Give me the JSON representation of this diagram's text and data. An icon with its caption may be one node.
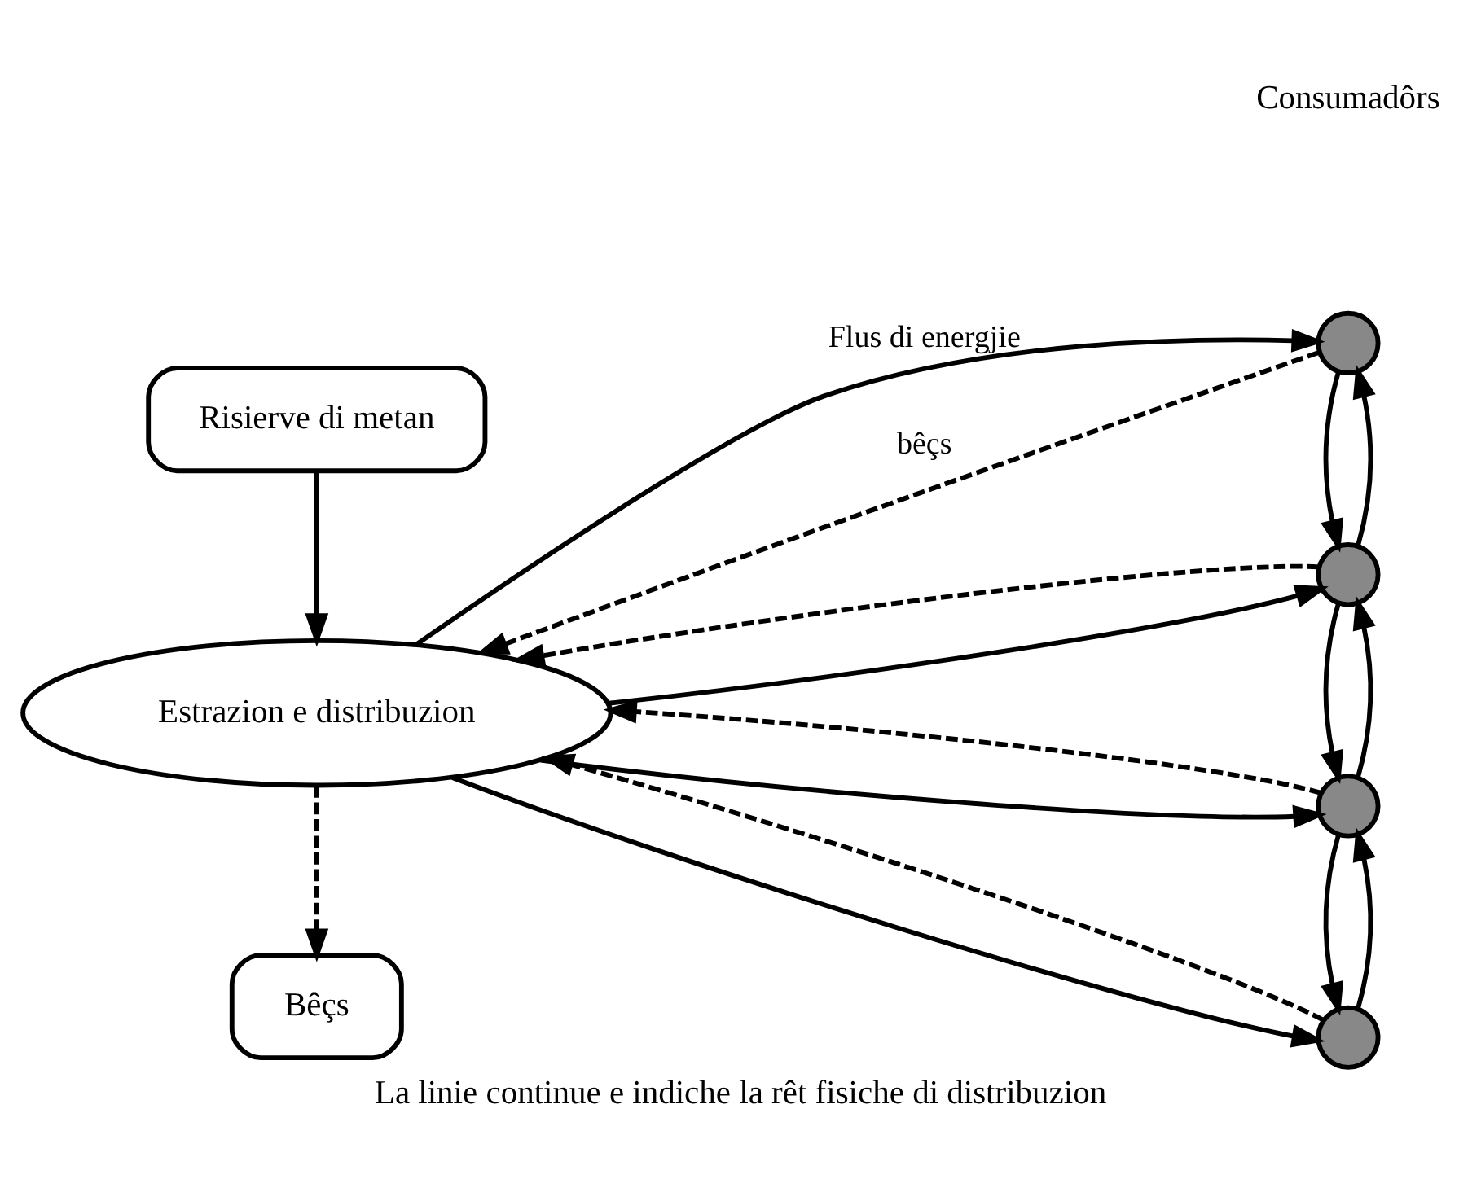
{
  "diagram": {
    "caption": "La linie continue e indiche la rêt fisiche di distribuzion",
    "nodes": [
      {
        "text": [
          "Bêçs"
        ]
      },
      {
        "text": [
          "Estrazion e distribuzion"
        ]
      },
      {
        "text": [
          "Risierve di metan"
        ]
      },
      {
        "text": [],
        "shape": "circle"
      },
      {
        "text": [],
        "shape": "circle"
      },
      {
        "text": [],
        "shape": "circle"
      },
      {
        "text": [],
        "shape": "circle"
      }
    ],
    "edges": [
      {
        "from": 2,
        "to": 1,
        "arrow": "to"
      },
      {
        "from": 1,
        "to": 0,
        "arrow": "to",
        "style": "dashed"
      },
      {
        "from": 1,
        "to": 3,
        "arrow": "to",
        "label": "Flus di energjie"
      },
      {
        "from": 3,
        "to": 1,
        "arrow": "to",
        "style": "dashed",
        "label": "bêçs"
      },
      {
        "from": 1,
        "to": 4,
        "arrow": "to"
      },
      {
        "from": 4,
        "to": 1,
        "arrow": "to",
        "style": "dashed"
      },
      {
        "from": 1,
        "to": 5,
        "arrow": "to"
      },
      {
        "from": 5,
        "to": 1,
        "arrow": "to",
        "style": "dashed"
      },
      {
        "from": 1,
        "to": 6,
        "arrow": "to"
      },
      {
        "from": 6,
        "to": 1,
        "arrow": "to",
        "style": "dashed"
      },
      {
        "from": 4,
        "to": 3,
        "arrow": "to"
      },
      {
        "from": 3,
        "to": 4,
        "arrow": "to"
      },
      {
        "from": 5,
        "to": 4,
        "arrow": "to"
      },
      {
        "from": 4,
        "to": 5,
        "arrow": "to"
      },
      {
        "from": 6,
        "to": 5,
        "arrow": "to"
      },
      {
        "from": 5,
        "to": 6,
        "arrow": "to"
      }
    ],
    "labels": [
      "Consumadôrs"
    ]
  }
}
